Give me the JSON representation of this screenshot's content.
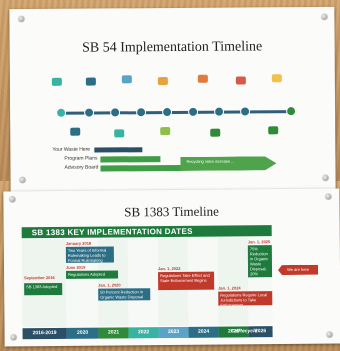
{
  "slides": [
    {
      "title": "SB 54 Implementation Timeline",
      "timeline_labels": [
        "Your Waste Here",
        "Program Plans",
        "Advisory Board"
      ],
      "arrow_text": "Recycling rates increase ..."
    },
    {
      "title": "SB 1383 Timeline",
      "banner": "SB 1383 KEY IMPLEMENTATION DATES",
      "years": [
        "2016-2019",
        "2020",
        "2021",
        "2022",
        "2023",
        "2024",
        "2025",
        "2026"
      ],
      "events": [
        {
          "date": "September 2016",
          "text": "SB 1383 Adopted"
        },
        {
          "date": "January 2018",
          "text": "Two Years of Informal Rulemaking Leads to Formal Rulemaking Begins"
        },
        {
          "date": "June 2019",
          "text": "Regulations Adopted"
        },
        {
          "date": "Jan. 1, 2020",
          "text": "50 Percent Reduction in Organic Waste Disposal"
        },
        {
          "date": "Jan. 1, 2022",
          "text": "Regulations Take Effect and State Enforcement Begins"
        },
        {
          "date": "Jan. 1, 2024",
          "text": "Regulations Require Local Jurisdictions to Take Enforcement"
        },
        {
          "date": "Jan. 1, 2025",
          "text": "75% Reduction in Organic Waste Disposal; 20% Increase in Edible Food Recovery"
        }
      ],
      "callout": "We are here",
      "logo": "CalRecycle"
    }
  ],
  "colors": {
    "board": "#c99a62",
    "timeline_blue": "#2b6e86",
    "banner_green": "#1e7a3d",
    "accent_red": "#c0392b"
  }
}
